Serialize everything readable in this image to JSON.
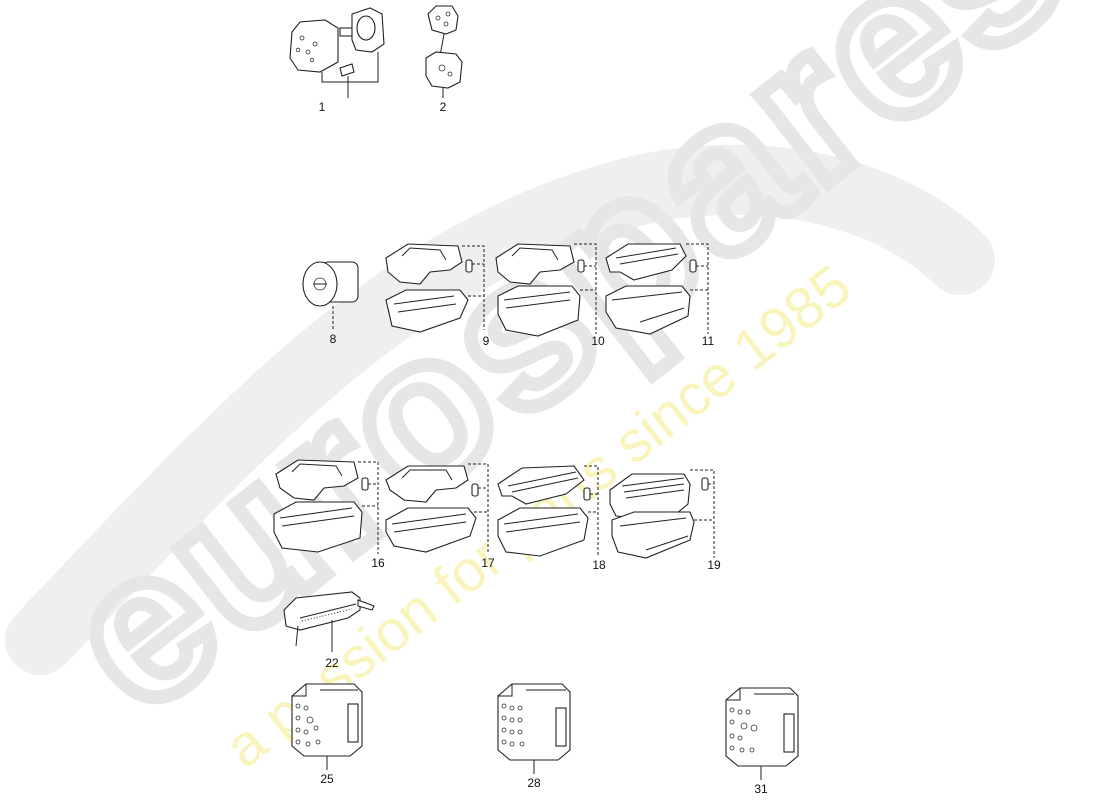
{
  "diagram": {
    "type": "exploded-parts-diagram",
    "subject": "electrical connectors",
    "background": "#ffffff",
    "line_color": "#222222"
  },
  "watermark": {
    "brand": "eurospares",
    "tagline": "a passion for parts since 1985",
    "brand_color": "#e8e8e8",
    "tagline_color": "#f5f0a0"
  },
  "parts": [
    {
      "id": "1",
      "label": "1",
      "description": "round connector housing with contact pin"
    },
    {
      "id": "2",
      "label": "2",
      "description": "round connector pair"
    },
    {
      "id": "8",
      "label": "8",
      "description": "round connector plug"
    },
    {
      "id": "9",
      "label": "9",
      "description": "connector housing with cover and contact"
    },
    {
      "id": "10",
      "label": "10",
      "description": "connector housing with cover and contact"
    },
    {
      "id": "11",
      "label": "11",
      "description": "connector housing with ribbed cover and contact"
    },
    {
      "id": "16",
      "label": "16",
      "description": "connector housing with cover and contact"
    },
    {
      "id": "17",
      "label": "17",
      "description": "connector housing with cover and contact"
    },
    {
      "id": "18",
      "label": "18",
      "description": "connector housing with ribbed cover and contact"
    },
    {
      "id": "19",
      "label": "19",
      "description": "hinged connector housing with contact"
    },
    {
      "id": "22",
      "label": "22",
      "description": "multi-pin connector strip"
    },
    {
      "id": "25",
      "label": "25",
      "description": "multi-pin block connector"
    },
    {
      "id": "28",
      "label": "28",
      "description": "multi-pin block connector"
    },
    {
      "id": "31",
      "label": "31",
      "description": "multi-pin block connector"
    }
  ]
}
